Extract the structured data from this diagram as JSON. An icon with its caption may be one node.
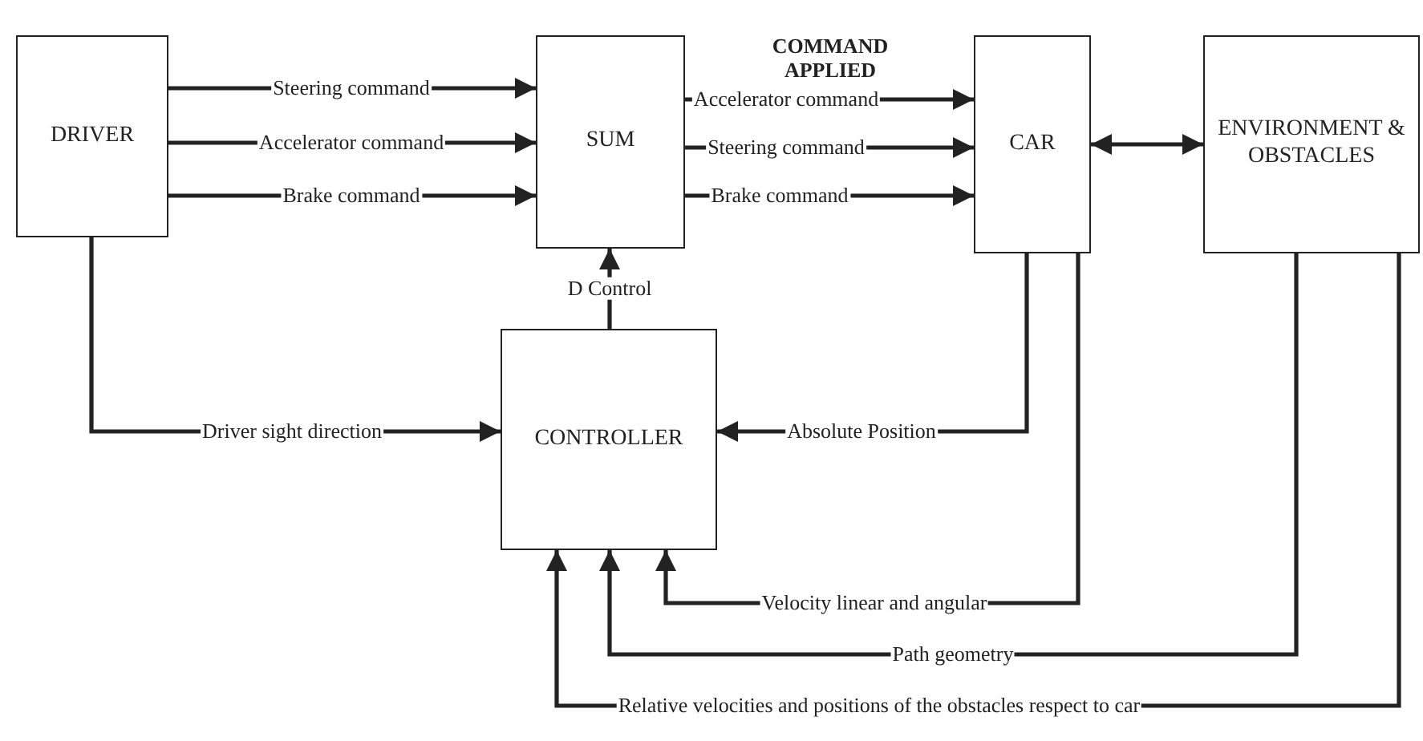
{
  "diagram": {
    "nodes": [
      {
        "text": [
          "DRIVER"
        ]
      },
      {
        "text": [
          "SUM"
        ]
      },
      {
        "text": [
          "CAR"
        ]
      },
      {
        "text": [
          "ENVIRONMENT & OBSTACLES"
        ]
      },
      {
        "text": [
          "CONTROLLER"
        ]
      }
    ],
    "edges": [
      {
        "from": 0,
        "to": 1,
        "arrow": "to",
        "label": "Steering command"
      },
      {
        "from": 0,
        "to": 1,
        "arrow": "to",
        "label": "Accelerator command"
      },
      {
        "from": 0,
        "to": 1,
        "arrow": "to",
        "label": "Brake command"
      },
      {
        "from": 1,
        "to": 2,
        "arrow": "to",
        "label": "Accelerator command"
      },
      {
        "from": 1,
        "to": 2,
        "arrow": "to",
        "label": "Steering command"
      },
      {
        "from": 1,
        "to": 2,
        "arrow": "to",
        "label": "Brake command"
      },
      {
        "from": 2,
        "to": 3,
        "arrow": "both"
      },
      {
        "from": 4,
        "to": 1,
        "arrow": "to",
        "label": "D Control"
      },
      {
        "from": 0,
        "to": 4,
        "arrow": "to",
        "label": "Driver sight direction"
      },
      {
        "from": 2,
        "to": 4,
        "arrow": "to",
        "label": "Absolute Position"
      },
      {
        "from": 2,
        "to": 4,
        "arrow": "to",
        "label": "Velocity linear and angular"
      },
      {
        "from": 3,
        "to": 4,
        "arrow": "to",
        "label": "Path geometry"
      },
      {
        "from": 3,
        "to": 4,
        "arrow": "to",
        "label": "Relative velocities and positions of the obstacles respect to car"
      }
    ],
    "labels": [
      "COMMAND APPLIED"
    ]
  }
}
